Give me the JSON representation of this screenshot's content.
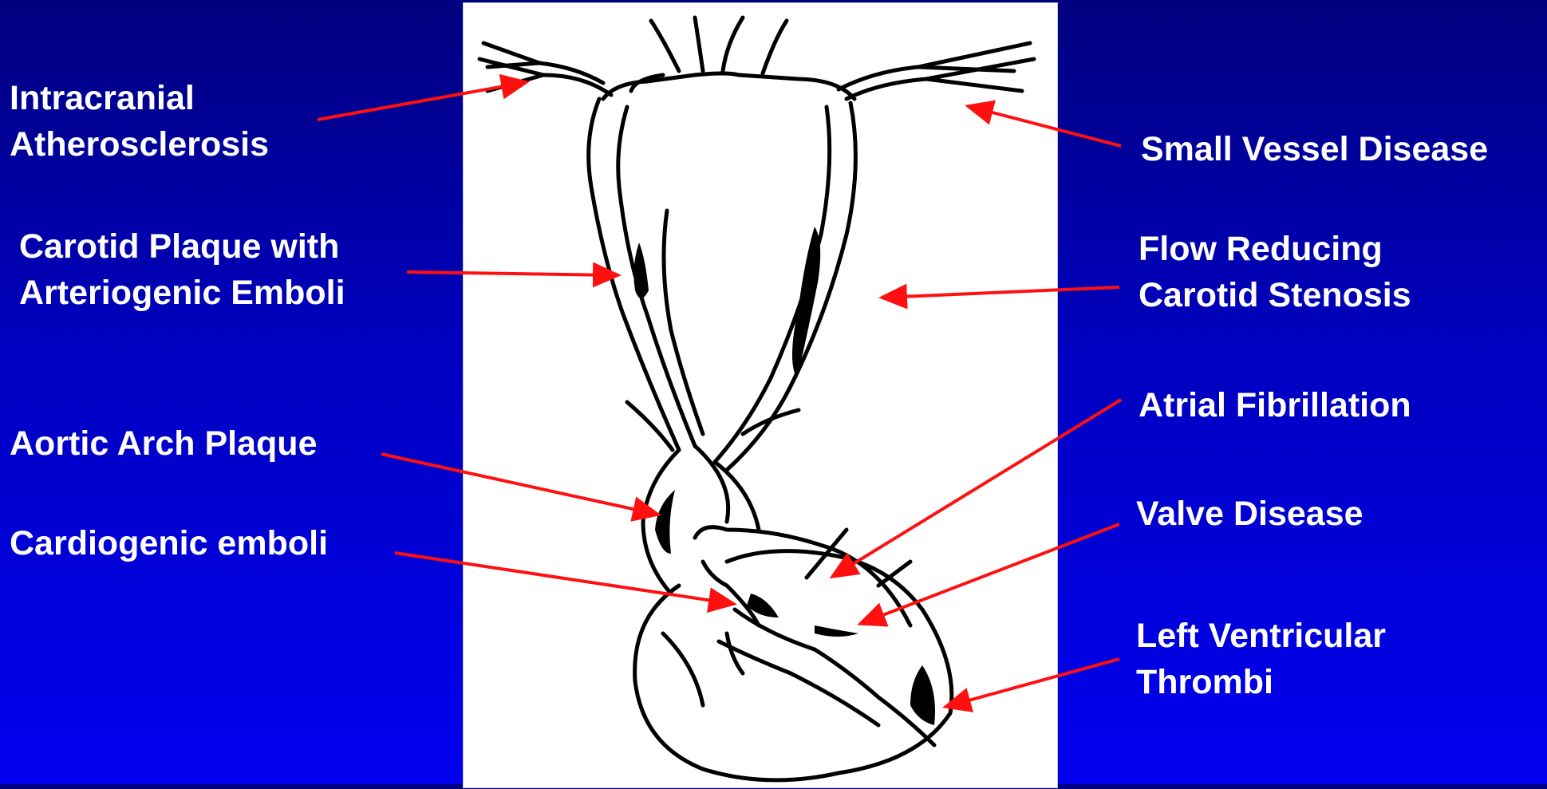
{
  "labels": {
    "intracranial": [
      "Intracranial",
      "Atherosclerosis"
    ],
    "small_vessel": [
      "Small Vessel Disease"
    ],
    "carotid_plaque": [
      "Carotid Plaque with",
      "Arteriogenic  Emboli"
    ],
    "flow_reducing": [
      "Flow Reducing",
      "Carotid Stenosis"
    ],
    "aortic_arch": [
      "Aortic Arch Plaque"
    ],
    "atrial_fib": [
      "Atrial Fibrillation"
    ],
    "cardiogenic": [
      "Cardiogenic emboli"
    ],
    "valve": [
      "Valve Disease"
    ],
    "lv_thrombi": [
      "Left Ventricular",
      "Thrombi"
    ]
  },
  "colors": {
    "background_top": "#00007e",
    "background_bottom": "#0000ef",
    "label_text": "#ffffff",
    "arrow": "#ff1010",
    "drawing_line": "#000000"
  }
}
